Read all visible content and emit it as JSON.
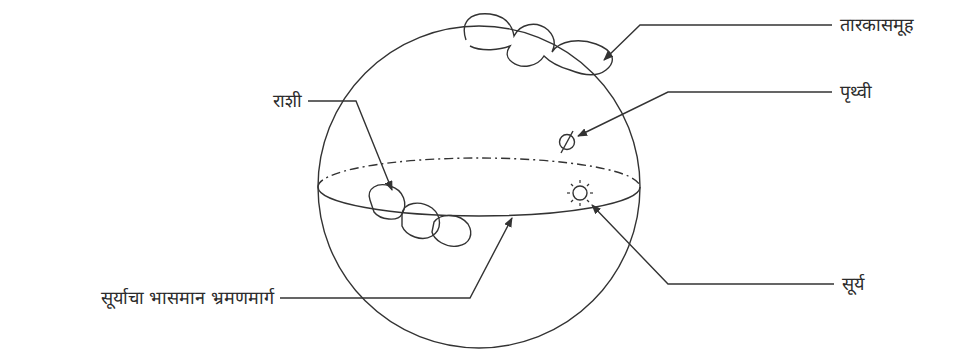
{
  "diagram": {
    "labels": [
      "तारकासमूह",
      "पृथ्वी",
      "राशी",
      "सूर्याचा भासमान भ्रमणमार्ग",
      "सूर्य"
    ]
  }
}
